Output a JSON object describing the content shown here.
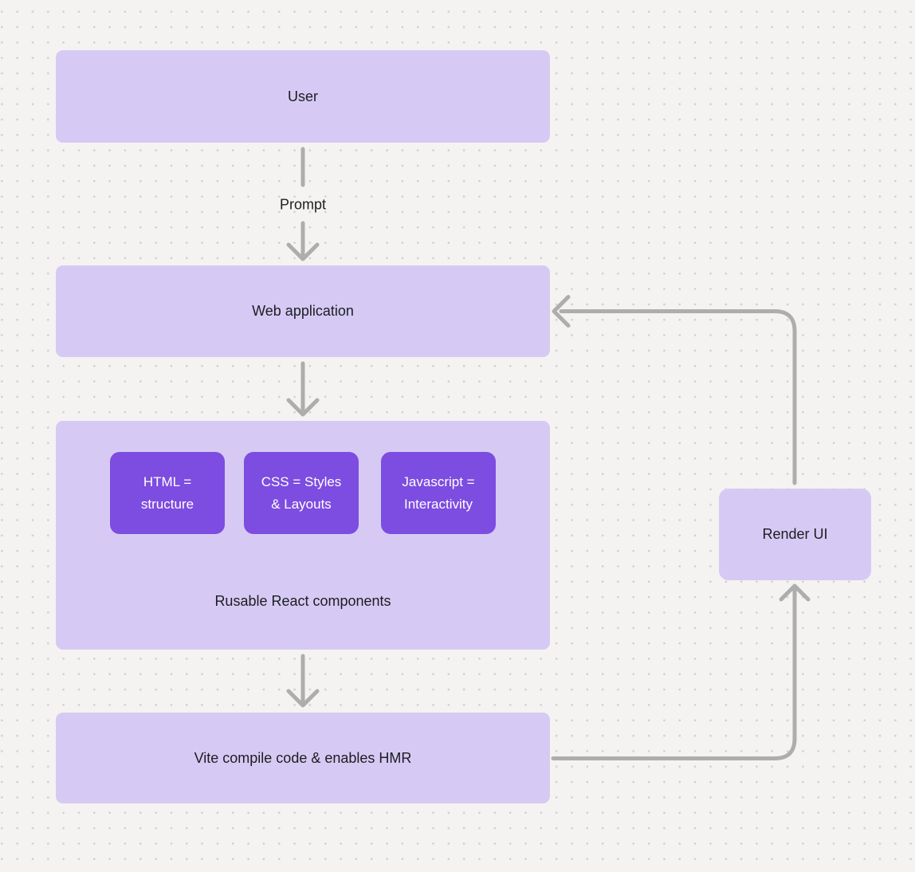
{
  "colors": {
    "background": "#f4f3f1",
    "dot": "#d2d0cc",
    "node_fill": "#d6caf5",
    "chip_fill": "#7d4ce0",
    "chip_text": "#ffffff",
    "connector": "#adadad",
    "text": "#1d1d1f"
  },
  "nodes": {
    "user": {
      "label": "User"
    },
    "web_application": {
      "label": "Web application"
    },
    "components_group": {
      "label": "Rusable React components",
      "chips": [
        {
          "label": "HTML =\nstructure"
        },
        {
          "label": "CSS = Styles\n& Layouts"
        },
        {
          "label": "Javascript =\nInteractivity"
        }
      ]
    },
    "vite": {
      "label": "Vite compile code & enables HMR"
    },
    "render_ui": {
      "label": "Render UI"
    }
  },
  "edges": {
    "prompt_label": "Prompt"
  }
}
